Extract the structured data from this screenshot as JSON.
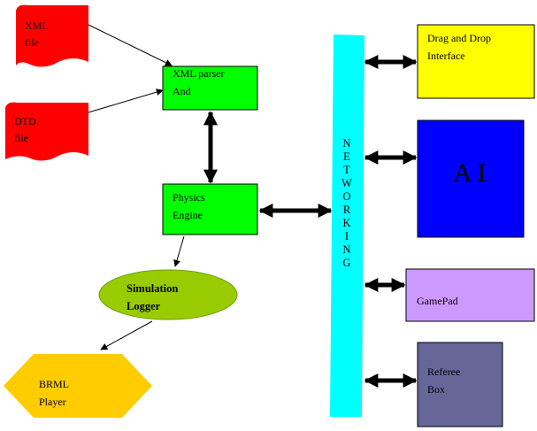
{
  "nodes": {
    "xml_file": {
      "lines": [
        "XML",
        "file"
      ],
      "shape": "wavy-document",
      "fill": "#FF0000"
    },
    "dtd_file": {
      "lines": [
        "DTD",
        "file"
      ],
      "shape": "wavy-document",
      "fill": "#FF0000"
    },
    "xml_parser": {
      "lines": [
        "XML parser",
        "And"
      ],
      "shape": "rectangle",
      "fill": "#00FF00"
    },
    "physics_engine": {
      "lines": [
        "Physics",
        "Engine"
      ],
      "shape": "rectangle",
      "fill": "#00FF00"
    },
    "simulation_logger": {
      "lines": [
        "Simulation",
        "Logger"
      ],
      "shape": "ellipse",
      "fill": "#99CC00"
    },
    "brml_player": {
      "lines": [
        "BRML",
        "Player"
      ],
      "shape": "hexagon",
      "fill": "#FFCC00"
    },
    "networking": {
      "letters": [
        "N",
        "E",
        "T",
        "W",
        "O",
        "R",
        "K",
        "I",
        "N",
        "G"
      ],
      "shape": "tall-bar",
      "fill": "#00FFFF"
    },
    "drag_drop": {
      "lines": [
        "Drag and Drop",
        "Interface"
      ],
      "shape": "rectangle",
      "fill": "#FFFF00"
    },
    "ai": {
      "label": "A I",
      "shape": "rectangle",
      "fill": "#0000FF"
    },
    "gamepad": {
      "label": "GamePad",
      "shape": "rectangle",
      "fill": "#CC99FF"
    },
    "referee_box": {
      "lines": [
        "Referee",
        "Box"
      ],
      "shape": "rectangle",
      "fill": "#666699"
    }
  },
  "edges": [
    {
      "from": "xml_file",
      "to": "xml_parser",
      "style": "thin-arrow"
    },
    {
      "from": "dtd_file",
      "to": "xml_parser",
      "style": "thin-arrow"
    },
    {
      "from": "xml_parser",
      "to": "physics_engine",
      "style": "thick-double-arrow"
    },
    {
      "from": "physics_engine",
      "to": "networking",
      "style": "thick-double-arrow"
    },
    {
      "from": "physics_engine",
      "to": "simulation_logger",
      "style": "thin-arrow"
    },
    {
      "from": "simulation_logger",
      "to": "brml_player",
      "style": "thin-arrow"
    },
    {
      "from": "networking",
      "to": "drag_drop",
      "style": "thick-double-arrow"
    },
    {
      "from": "networking",
      "to": "ai",
      "style": "thick-double-arrow"
    },
    {
      "from": "networking",
      "to": "gamepad",
      "style": "thick-double-arrow"
    },
    {
      "from": "networking",
      "to": "referee_box",
      "style": "thick-double-arrow"
    }
  ]
}
